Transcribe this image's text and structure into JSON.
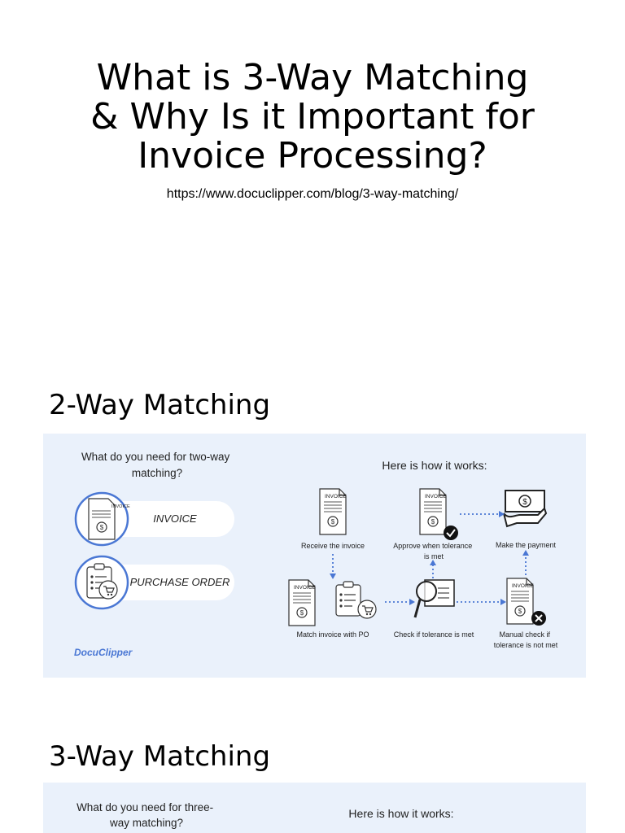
{
  "page": {
    "title_lines": [
      "What is 3-Way Matching",
      "& Why Is it Important for",
      "Invoice Processing?"
    ],
    "source_url": "https://www.docuclipper.com/blog/3-way-matching/"
  },
  "two_way": {
    "heading": "2-Way Matching",
    "need_question": [
      "What do you need for two-way",
      "matching?"
    ],
    "items": [
      "INVOICE",
      "PURCHASE ORDER"
    ],
    "how_title": "Here is how it works:",
    "doc_label": "INVOICE",
    "steps": {
      "receive": "Receive the invoice",
      "approve": [
        "Approve when tolerance",
        "is met"
      ],
      "pay": "Make the payment",
      "match": "Match invoice with PO",
      "check": "Check if tolerance is met",
      "manual": [
        "Manual check if",
        "tolerance is not met"
      ]
    },
    "logo": "DocuClipper"
  },
  "three_way": {
    "heading": "3-Way Matching",
    "need_question": [
      "What do you need for three-",
      "way matching?"
    ],
    "how_title": "Here is how it works:"
  },
  "colors": {
    "accent": "#4a77d4",
    "panel_bg": "#eaf1fb"
  }
}
